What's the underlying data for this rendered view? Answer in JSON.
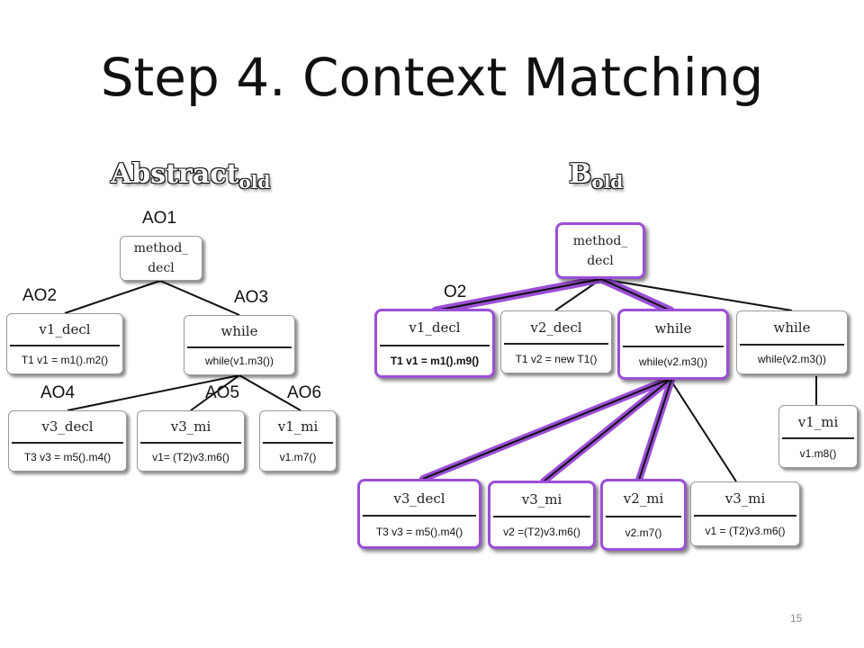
{
  "slide": {
    "title": "Step 4. Context Matching",
    "page_number": "15"
  },
  "abstract": {
    "heading_main": "Abstract",
    "heading_sub": "old",
    "labels": {
      "ao1": "AO1",
      "ao2": "AO2",
      "ao3": "AO3",
      "ao4": "AO4",
      "ao5": "AO5",
      "ao6": "AO6"
    },
    "nodes": {
      "root": {
        "line1": "method_",
        "line2": "decl"
      },
      "v1_decl": {
        "name": "v1_decl",
        "code": "T1 v1 = m1().m2()"
      },
      "while": {
        "name": "while",
        "code": "while(v1.m3())"
      },
      "v3_decl": {
        "name": "v3_decl",
        "code": "T3 v3 = m5().m4()"
      },
      "v3_mi": {
        "name": "v3_mi",
        "code": "v1= (T2)v3.m6()"
      },
      "v1_mi": {
        "name": "v1_mi",
        "code": "v1.m7()"
      }
    }
  },
  "bold_tree": {
    "heading_main": "B",
    "heading_sub": "old",
    "labels": {
      "o2": "O2"
    },
    "nodes": {
      "root": {
        "line1": "method_",
        "line2": "decl"
      },
      "v1_decl": {
        "name": "v1_decl",
        "code": "T1 v1 = m1().m9()"
      },
      "v2_decl": {
        "name": "v2_decl",
        "code": "T1 v2 = new T1()"
      },
      "while_a": {
        "name": "while",
        "code": "while(v2.m3())"
      },
      "while_b": {
        "name": "while",
        "code": "while(v2.m3())"
      },
      "v1_mi": {
        "name": "v1_mi",
        "code": "v1.m8()"
      },
      "v3_decl": {
        "name": "v3_decl",
        "code": "T3 v3 = m5().m4()"
      },
      "v3_mi_a": {
        "name": "v3_mi",
        "code": "v2 =(T2)v3.m6()"
      },
      "v2_mi": {
        "name": "v2_mi",
        "code": "v2.m7()"
      },
      "v3_mi_b": {
        "name": "v3_mi",
        "code": "v1 = (T2)v3.m6()"
      }
    }
  },
  "colors": {
    "highlight": "#9b4fd6",
    "edge": "#111111"
  }
}
